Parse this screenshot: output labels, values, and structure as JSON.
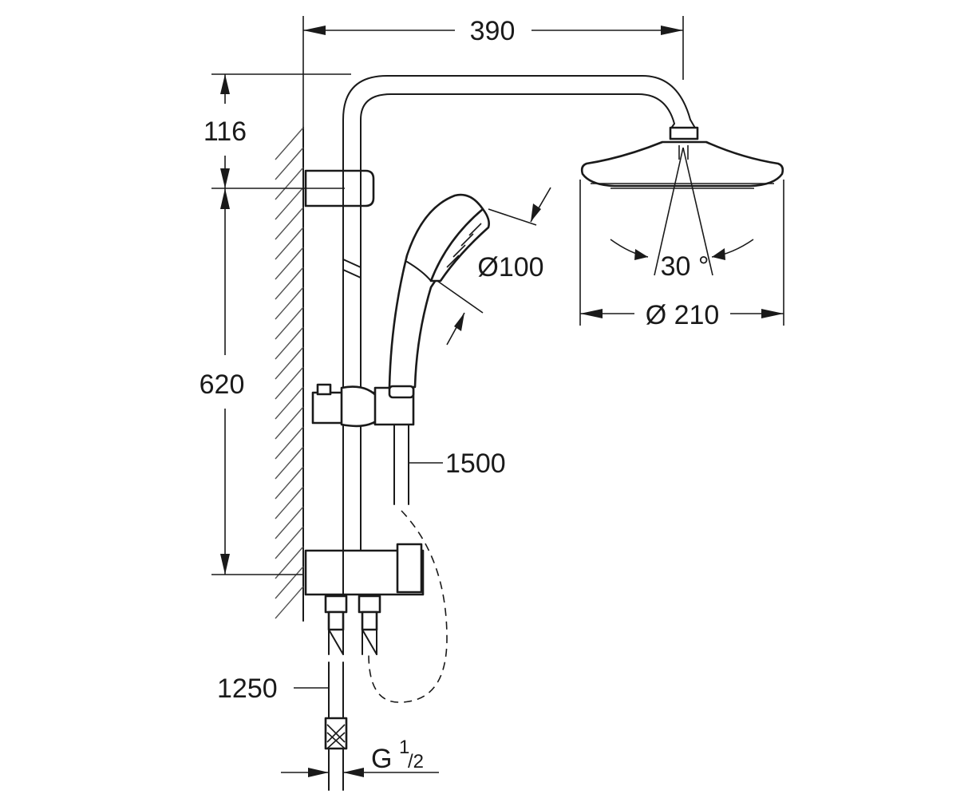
{
  "labels": {
    "width_390": "390",
    "height_116": "116",
    "height_620": "620",
    "hand_shower_diameter": "Ø100",
    "head_angle": "30 °",
    "head_diameter": "Ø 210",
    "hose_1500": "1500",
    "hose_1250": "1250",
    "thread_main": "G",
    "thread_sup": "1",
    "thread_sub": "/2"
  }
}
